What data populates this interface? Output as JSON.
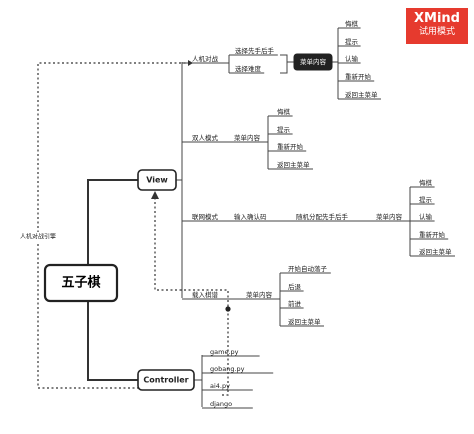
{
  "badge": {
    "brand": "XMind",
    "sub": "试用模式"
  },
  "root": "五子棋",
  "view": "View",
  "controller": "Controller",
  "dashed_label": "人机对战引擎",
  "pvc": {
    "label": "人机对战",
    "options": [
      "选择先手后手",
      "选择难度"
    ],
    "menu": "菜单内容",
    "items": [
      "悔棋",
      "提示",
      "认输",
      "重新开始",
      "返回主菜单"
    ]
  },
  "pvp": {
    "label": "双人模式",
    "menu": "菜单内容",
    "items": [
      "悔棋",
      "提示",
      "重新开始",
      "返回主菜单"
    ]
  },
  "online": {
    "label": "联网模式",
    "step1": "输入确认码",
    "step2": "随机分配先手后手",
    "menu": "菜单内容",
    "items": [
      "悔棋",
      "提示",
      "认输",
      "重新开始",
      "返回主菜单"
    ]
  },
  "replay": {
    "label": "载入棋谱",
    "menu": "菜单内容",
    "items": [
      "开始自动落子",
      "后退",
      "前进",
      "返回主菜单"
    ]
  },
  "files": [
    "game.py",
    "gobang.py",
    "ai4.py",
    "django"
  ]
}
